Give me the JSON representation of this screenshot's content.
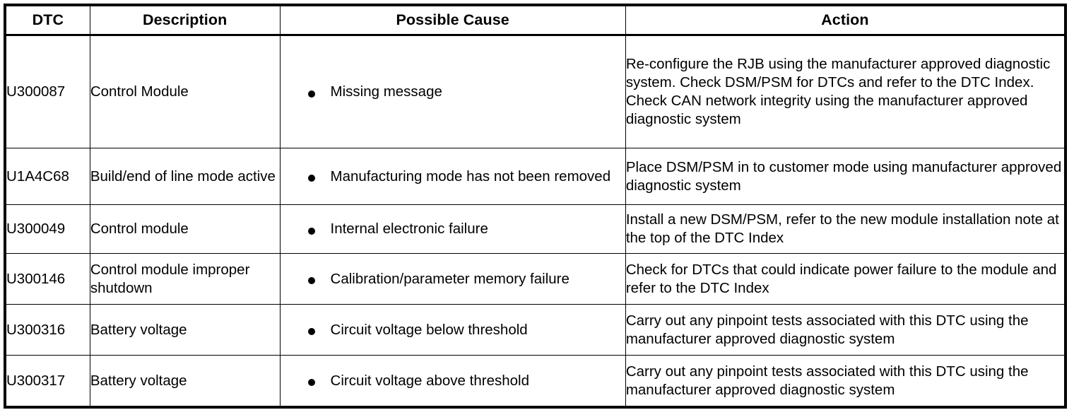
{
  "table": {
    "columns": [
      {
        "key": "dtc",
        "label": "DTC"
      },
      {
        "key": "description",
        "label": "Description"
      },
      {
        "key": "possible_cause",
        "label": "Possible Cause"
      },
      {
        "key": "action",
        "label": "Action"
      }
    ],
    "rows": [
      {
        "dtc": "U300087",
        "description": "Control Module",
        "possible_cause": "Missing message",
        "action": "Re-configure the RJB using the manufacturer approved diagnostic system. Check DSM/PSM for DTCs and refer to the DTC Index. Check CAN network integrity using the manufacturer approved diagnostic system"
      },
      {
        "dtc": "U1A4C68",
        "description": "Build/end of line mode active",
        "possible_cause": "Manufacturing mode has not been removed",
        "action": "Place DSM/PSM in to customer mode using manufacturer approved diagnostic system"
      },
      {
        "dtc": "U300049",
        "description": "Control module",
        "possible_cause": "Internal electronic failure",
        "action": "Install a new DSM/PSM, refer to the new module installation note at the top of the DTC Index"
      },
      {
        "dtc": "U300146",
        "description": "Control module improper shutdown",
        "possible_cause": "Calibration/parameter memory failure",
        "action": "Check for DTCs that could indicate power failure to the module and refer to the DTC Index"
      },
      {
        "dtc": "U300316",
        "description": "Battery voltage",
        "possible_cause": "Circuit voltage below threshold",
        "action": "Carry out any pinpoint tests associated with this DTC using the manufacturer approved diagnostic system"
      },
      {
        "dtc": "U300317",
        "description": "Battery voltage",
        "possible_cause": "Circuit voltage above threshold",
        "action": "Carry out any pinpoint tests associated with this DTC using the manufacturer approved diagnostic system"
      }
    ]
  },
  "style": {
    "text_color": "#000000",
    "background_color": "#ffffff",
    "border_color": "#000000"
  }
}
